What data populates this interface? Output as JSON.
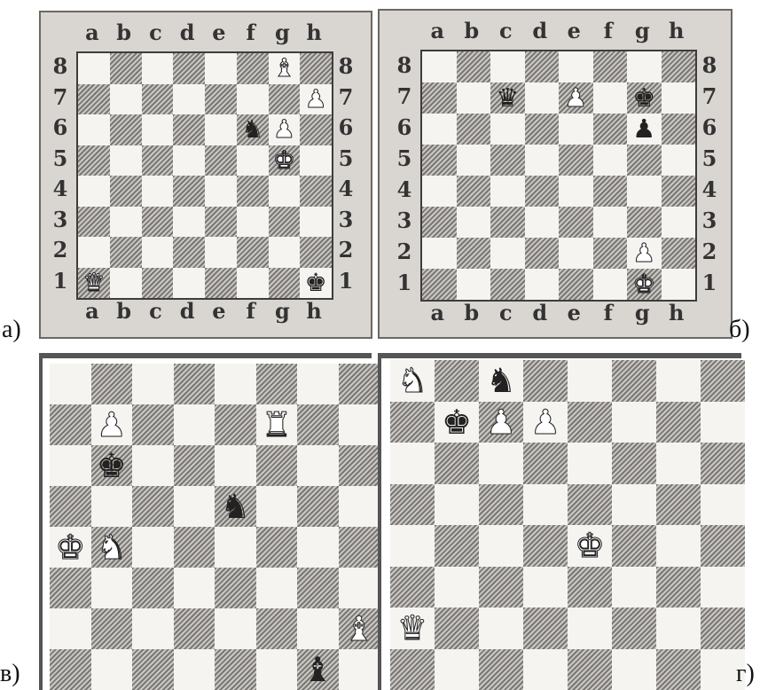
{
  "files": [
    "a",
    "b",
    "c",
    "d",
    "e",
    "f",
    "g",
    "h"
  ],
  "ranks": [
    "8",
    "7",
    "6",
    "5",
    "4",
    "3",
    "2",
    "1"
  ],
  "boards": [
    {
      "id": "a",
      "caption": "а)",
      "coords": true,
      "pieces": [
        {
          "square": "g8",
          "piece": "bishop",
          "color": "white"
        },
        {
          "square": "h7",
          "piece": "pawn",
          "color": "white"
        },
        {
          "square": "f6",
          "piece": "knight",
          "color": "black"
        },
        {
          "square": "g6",
          "piece": "pawn",
          "color": "white"
        },
        {
          "square": "g5",
          "piece": "king",
          "color": "white"
        },
        {
          "square": "a1",
          "piece": "queen",
          "color": "white"
        },
        {
          "square": "h1",
          "piece": "king",
          "color": "black"
        }
      ]
    },
    {
      "id": "b",
      "caption": "б)",
      "coords": true,
      "pieces": [
        {
          "square": "c7",
          "piece": "queen",
          "color": "black"
        },
        {
          "square": "e7",
          "piece": "pawn",
          "color": "white"
        },
        {
          "square": "g7",
          "piece": "king",
          "color": "black"
        },
        {
          "square": "g6",
          "piece": "pawn",
          "color": "black"
        },
        {
          "square": "g2",
          "piece": "pawn",
          "color": "white"
        },
        {
          "square": "g1",
          "piece": "king",
          "color": "white"
        }
      ]
    },
    {
      "id": "c",
      "caption": "в)",
      "coords": false,
      "pieces": [
        {
          "square": "b7",
          "piece": "pawn",
          "color": "white"
        },
        {
          "square": "f7",
          "piece": "rook",
          "color": "white"
        },
        {
          "square": "b6",
          "piece": "king",
          "color": "black"
        },
        {
          "square": "e5",
          "piece": "knight",
          "color": "black"
        },
        {
          "square": "a4",
          "piece": "king",
          "color": "white"
        },
        {
          "square": "b4",
          "piece": "knight",
          "color": "white"
        },
        {
          "square": "h2",
          "piece": "bishop",
          "color": "white"
        },
        {
          "square": "g1",
          "piece": "bishop",
          "color": "black"
        }
      ]
    },
    {
      "id": "d",
      "caption": "г)",
      "coords": false,
      "pieces": [
        {
          "square": "a8",
          "piece": "knight",
          "color": "white"
        },
        {
          "square": "c8",
          "piece": "knight",
          "color": "black"
        },
        {
          "square": "b7",
          "piece": "king",
          "color": "black"
        },
        {
          "square": "c7",
          "piece": "pawn",
          "color": "white"
        },
        {
          "square": "d7",
          "piece": "pawn",
          "color": "white"
        },
        {
          "square": "e4",
          "piece": "king",
          "color": "white"
        },
        {
          "square": "a2",
          "piece": "queen",
          "color": "white"
        }
      ]
    }
  ]
}
